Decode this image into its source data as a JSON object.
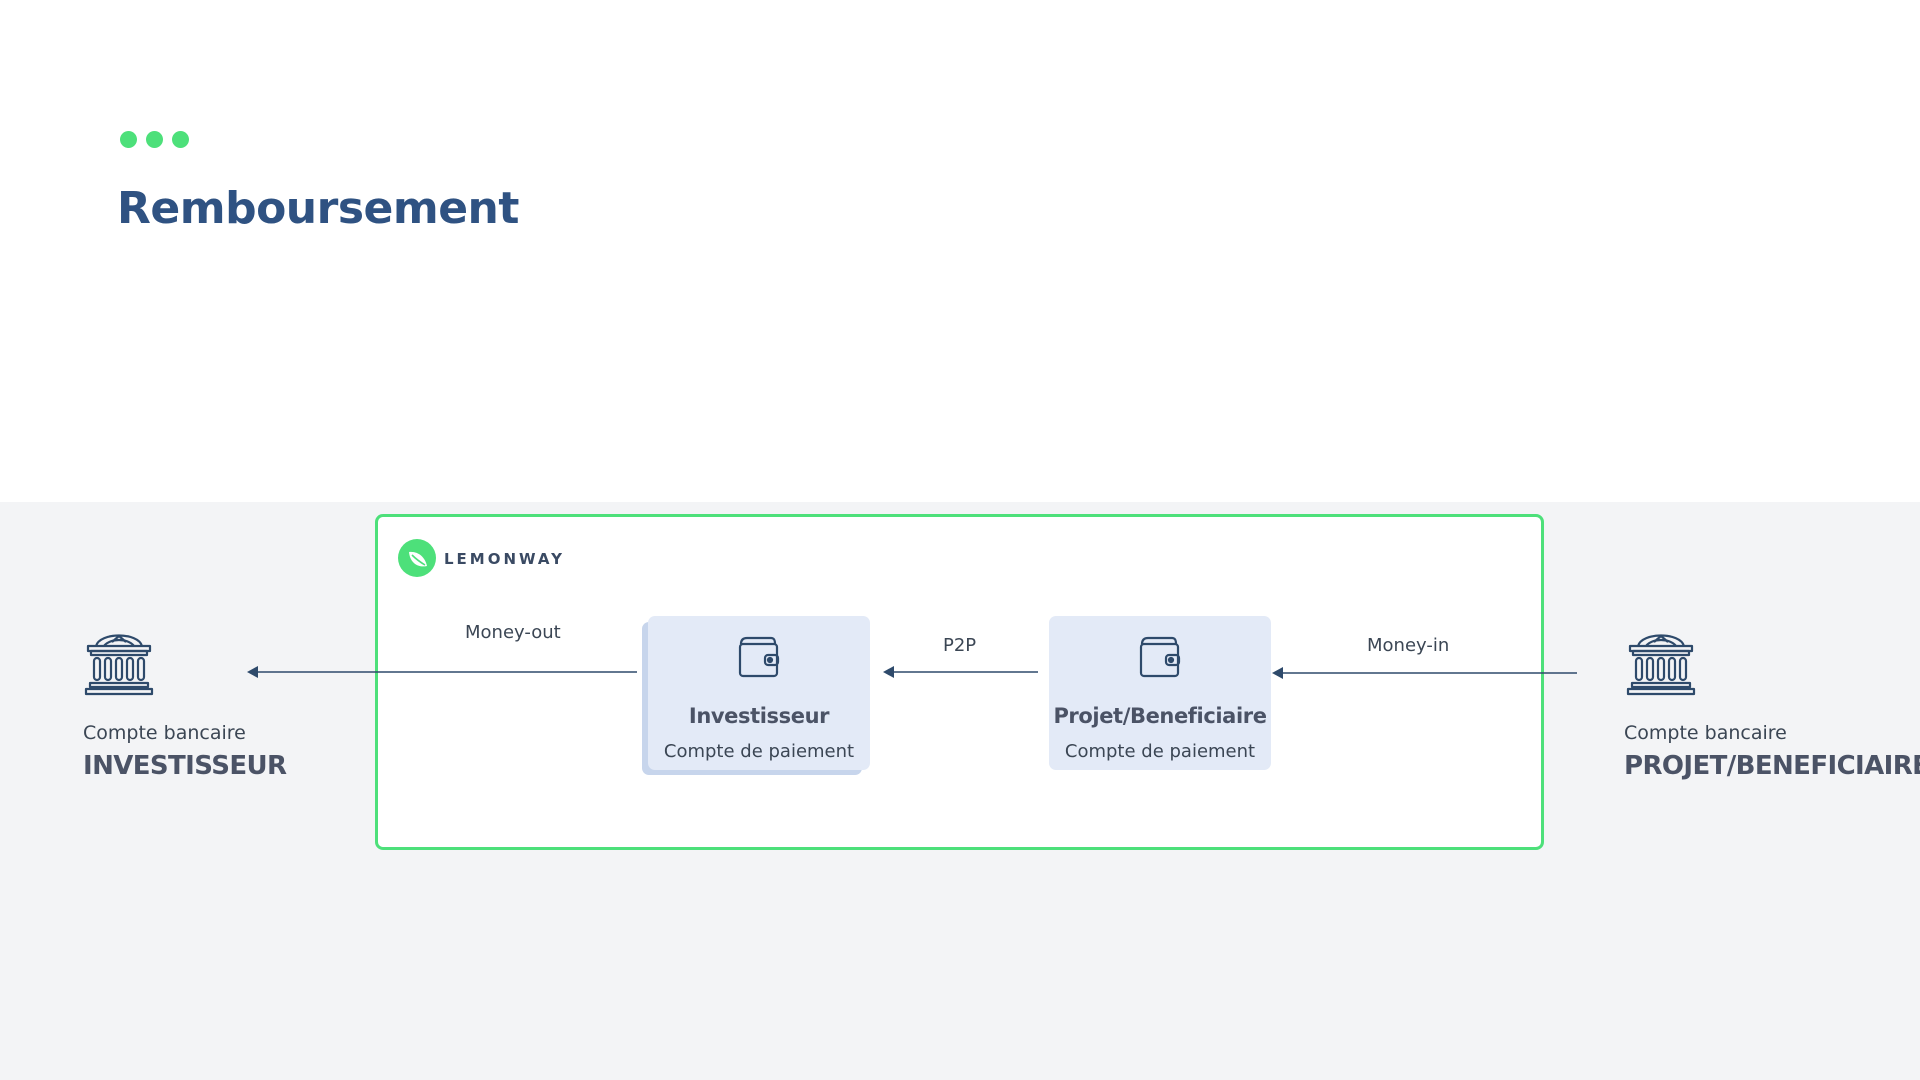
{
  "header": {
    "title": "Remboursement"
  },
  "brand": {
    "logo_text": "LEMONWAY"
  },
  "diagram": {
    "flows": {
      "money_out": "Money-out",
      "p2p": "P2P",
      "money_in": "Money-in"
    },
    "bank_accounts": {
      "left": {
        "caption": "Compte bancaire",
        "name": "INVESTISSEUR"
      },
      "right": {
        "caption": "Compte bancaire",
        "name": "PROJET/BENEFICIAIRE"
      }
    },
    "payment_accounts": {
      "investor": {
        "title": "Investisseur",
        "subtitle": "Compte de paiement"
      },
      "project": {
        "title": "Projet/Beneficiaire",
        "subtitle": "Compte de paiement"
      }
    }
  },
  "colors": {
    "accent_green": "#4de07a",
    "title_blue": "#2f5282",
    "card_fill": "#e3eaf7",
    "band_bg": "#f3f4f6",
    "line_dark": "#2e4a6b"
  },
  "icons": {
    "bank": "bank-building-icon",
    "wallet": "wallet-icon",
    "logo": "lemonway-leaf-icon"
  }
}
